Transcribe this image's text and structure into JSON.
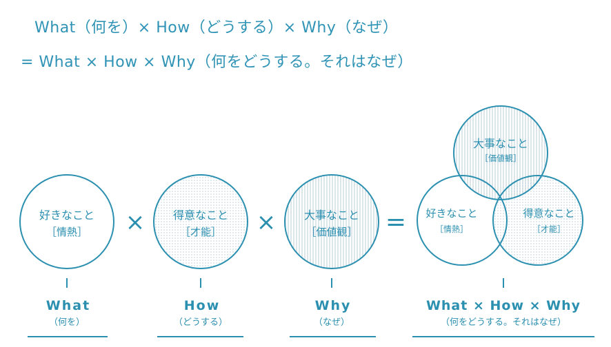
{
  "header": {
    "line1": "What（何を）× How（どうする）× Why（なぜ）",
    "line2": "= What × How × Why（何をどうする。それはなぜ）"
  },
  "circles": [
    {
      "title": "好きなこと",
      "sub": "［情熱］",
      "pattern": "none"
    },
    {
      "title": "得意なこと",
      "sub": "［才能］",
      "pattern": "dots"
    },
    {
      "title": "大事なこと",
      "sub": "［価値観］",
      "pattern": "stripes"
    }
  ],
  "operators": {
    "times": "×",
    "equals": "="
  },
  "labels": [
    {
      "main": "What",
      "sub": "（何を）"
    },
    {
      "main": "How",
      "sub": "（どうする）"
    },
    {
      "main": "Why",
      "sub": "（なぜ）"
    },
    {
      "main": "What × How × Why",
      "sub": "（何をどうする。それはなぜ）"
    }
  ],
  "venn": {
    "top": {
      "title": "大事なこと",
      "sub": "［価値観］"
    },
    "left": {
      "title": "好きなこと",
      "sub": "［情熱］"
    },
    "right": {
      "title": "得意なこと",
      "sub": "［才能］"
    }
  },
  "colors": {
    "accent": "#2b8fb0",
    "dot": "#c9dbe2",
    "stripe": "#b9ccd4"
  }
}
